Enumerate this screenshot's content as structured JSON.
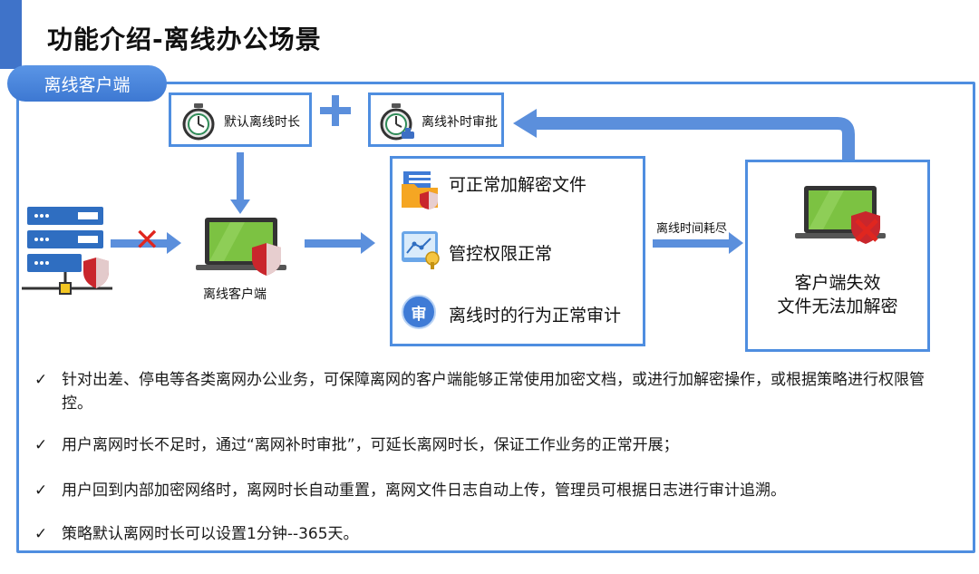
{
  "page": {
    "title": "功能介绍-离线办公场景",
    "section_tab": "离线客户端"
  },
  "diagram": {
    "default_duration": "默认离线时长",
    "extension_approval": "离线补时审批",
    "client_label": "离线客户端",
    "capabilities": [
      {
        "icon": "encrypted-folder-icon",
        "text": "可正常加解密文件"
      },
      {
        "icon": "permission-control-icon",
        "text": "管控权限正常"
      },
      {
        "icon": "audit-badge-icon",
        "text": "离线时的行为正常审计",
        "badge": "审"
      }
    ],
    "arrow_label": "离线时间耗尽",
    "failed_status_line1": "客户端失效",
    "failed_status_line2": "文件无法加解密"
  },
  "bullets": [
    "针对出差、停电等各类离网办公业务，可保障离网的客户端能够正常使用加密文档，或进行加解密操作，或根据策略进行权限管控。",
    "用户离网时长不足时，通过“离网补时审批”，可延长离网时长，保证工作业务的正常开展；",
    "用户回到内部加密网络时，离网时长自动重置，离网文件日志自动上传，管理员可根据日志进行审计追溯。",
    "策略默认离网时长可以设置1分钟--365天。"
  ],
  "check_glyph": "✓",
  "colors": {
    "accent": "#4f8ee0",
    "arrow": "#5b8fdc",
    "laptop_screen": "#7cc242",
    "shield_red": "#c9262c",
    "cross_red": "#e0261f"
  }
}
